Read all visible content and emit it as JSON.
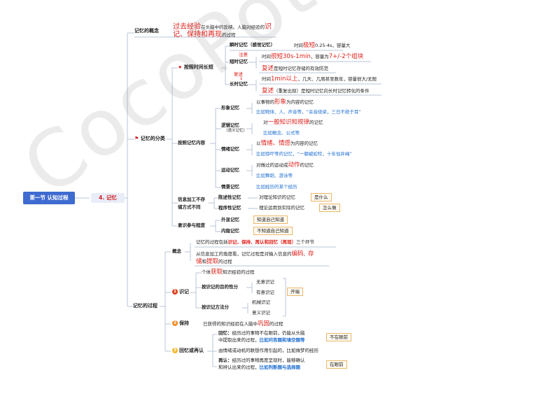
{
  "watermark": "CocoPotts",
  "root": "第一节 认知过程",
  "sub": "4. 记忆",
  "concept": {
    "label": "记忆的概念",
    "p1": "过去经验",
    "p2": "在头脑中的反映。人脑对经验的",
    "p3": "识",
    "p4": "记、保持和再现",
    "p5": "的过程"
  },
  "classify": {
    "label": "记忆的分类",
    "by_time": {
      "label": "按照时间长短",
      "instant": {
        "label": "瞬时记忆（感觉记忆）",
        "pre": "时间",
        "time": "极短",
        "post": "0.25-4s，容量大"
      },
      "short": {
        "label": "短时记忆",
        "note": "注意",
        "l1a": "时间",
        "l1b": "很短30s-1min",
        "l1c": "，容量为",
        "l1d": "7+/-2个组块",
        "l2a": "复述",
        "l2b": "是短时记忆存储的有效防范"
      },
      "long": {
        "label": "长时记忆",
        "note1": "复述",
        "note2": "↓",
        "l1a": "时间",
        "l1b": "1min以上",
        "l1c": "，几天、几周甚至数年，容量很大/无限",
        "l2a": "复述",
        "l2b": "（重复出现）是短时记忆向长时记忆转化的条件"
      }
    },
    "by_content": {
      "label": "按照记忆内容",
      "image": {
        "label": "形象记忆",
        "a1": "以事物的",
        "a2": "形象",
        "a3": "为内容的记忆",
        "ex": "比如物体、人、声音等，“余音绕梁，三日不绝于耳”"
      },
      "logic": {
        "label": "逻辑记忆",
        "sub": "（语义记忆）",
        "a1": "对",
        "a2": "一般知识和规律",
        "a3": "的记忆",
        "ex": "比如概念、公式等"
      },
      "emotion": {
        "label": "情绪记忆",
        "a1": "以",
        "a2": "情绪、情感",
        "a3": "为内容的记忆",
        "ex": "比如惊吓等的记忆，“一朝被蛇咬，十年怕井绳”"
      },
      "motor": {
        "label": "运动记忆",
        "a1": "对做过的运动或",
        "a2": "动作",
        "a3": "的记忆",
        "ex": "比如舞蹈、游泳等"
      },
      "scene": {
        "label": "情景记忆",
        "ex": "比如经历的某个经历"
      }
    },
    "by_processing": {
      "label1": "信息加工不存",
      "label2": "储方式不同",
      "declarative": {
        "label": "陈述性记忆",
        "desc": "对理论知识的记忆",
        "tag": "是什么"
      },
      "procedural": {
        "label": "程序性记忆",
        "desc": "理论运用到实际的记忆",
        "tag": "怎么做"
      }
    },
    "by_awareness": {
      "label": "意识参与程度",
      "explicit": {
        "label": "外显记忆",
        "desc": "知道自己知道"
      },
      "implicit": {
        "label": "内隐记忆",
        "desc": "不知道自己知道"
      }
    }
  },
  "process": {
    "label": "记忆的过程",
    "concept": {
      "label": "概念",
      "l1a": "记忆的过程包括",
      "l1b": "识记、保持、再认和回忆（再现）",
      "l1c": "三个环节",
      "l2a": "从信息加工的角度看，记忆过程是对输入信息的",
      "l2b": "编码",
      "l2c": "、",
      "l2d": "存",
      "l3a": "储",
      "l3b": "和",
      "l3c": "提取",
      "l3d": "的过程"
    },
    "encode": {
      "num": "1",
      "label": "识记",
      "def1": "个体",
      "def2": "获取",
      "def3": "知识经验的过程",
      "purpose": {
        "label": "按识记的目的性分",
        "a": "无意识记",
        "b": "有意识记"
      },
      "method": {
        "label": "按识记方法分",
        "a": "机械识记",
        "b": "意义识记"
      },
      "tag": "开端"
    },
    "retain": {
      "num": "2",
      "label": "保持",
      "d1": "已获得的知识经验在人脑中",
      "d2": "巩固",
      "d3": "的过程"
    },
    "recall": {
      "num": "3",
      "label": "回忆或再认",
      "r1": "回忆：",
      "r2": "经历过的事物不在眼前，仍能从头脑",
      "r3": "中提取出来的过程，",
      "r4": "比如问答题和填空题等",
      "tag1": "不在眼前",
      "mid": "由情绪或动机的联想作用引起的，比如做梦的经历",
      "k1": "再认：",
      "k2": "经历过的事物再度呈现时，能够确认",
      "k3": "和辨认出来的过程，",
      "k4": "比如判断题与选择题",
      "tag2": "在眼前"
    }
  },
  "colors": {
    "root": "#3f6bd0",
    "accent": "#e0201a",
    "blue": "#1f6fd0",
    "tagBorder": "#e9b86b"
  }
}
